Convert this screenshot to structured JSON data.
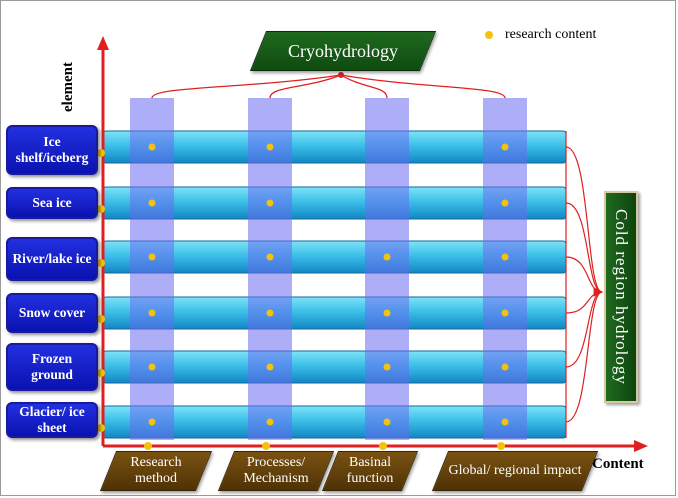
{
  "title": "Cryohydrology",
  "result": "Cold region hydrology",
  "legend": {
    "label": "research content",
    "dot_color": "#f4c20d"
  },
  "axes": {
    "y_label": "element",
    "x_label": "Content"
  },
  "elements": [
    {
      "label": "Ice shelf/iceberg",
      "dots": [
        1,
        1,
        0,
        1
      ]
    },
    {
      "label": "Sea ice",
      "dots": [
        1,
        1,
        0,
        1
      ]
    },
    {
      "label": "River/lake ice",
      "dots": [
        1,
        1,
        1,
        1
      ]
    },
    {
      "label": "Snow cover",
      "dots": [
        1,
        1,
        1,
        1
      ]
    },
    {
      "label": "Frozen ground",
      "dots": [
        1,
        1,
        1,
        1
      ]
    },
    {
      "label": "Glacier/ ice sheet",
      "dots": [
        1,
        1,
        1,
        1
      ]
    }
  ],
  "contents": [
    {
      "label": "Research method"
    },
    {
      "label": "Processes/ Mechanism"
    },
    {
      "label": "Basinal function"
    },
    {
      "label": "Global/ regional impact"
    }
  ],
  "colors": {
    "axis": "#e02020",
    "element_box": "#1020c8",
    "title_box": "#145a14",
    "content_box": "#6a460c"
  }
}
